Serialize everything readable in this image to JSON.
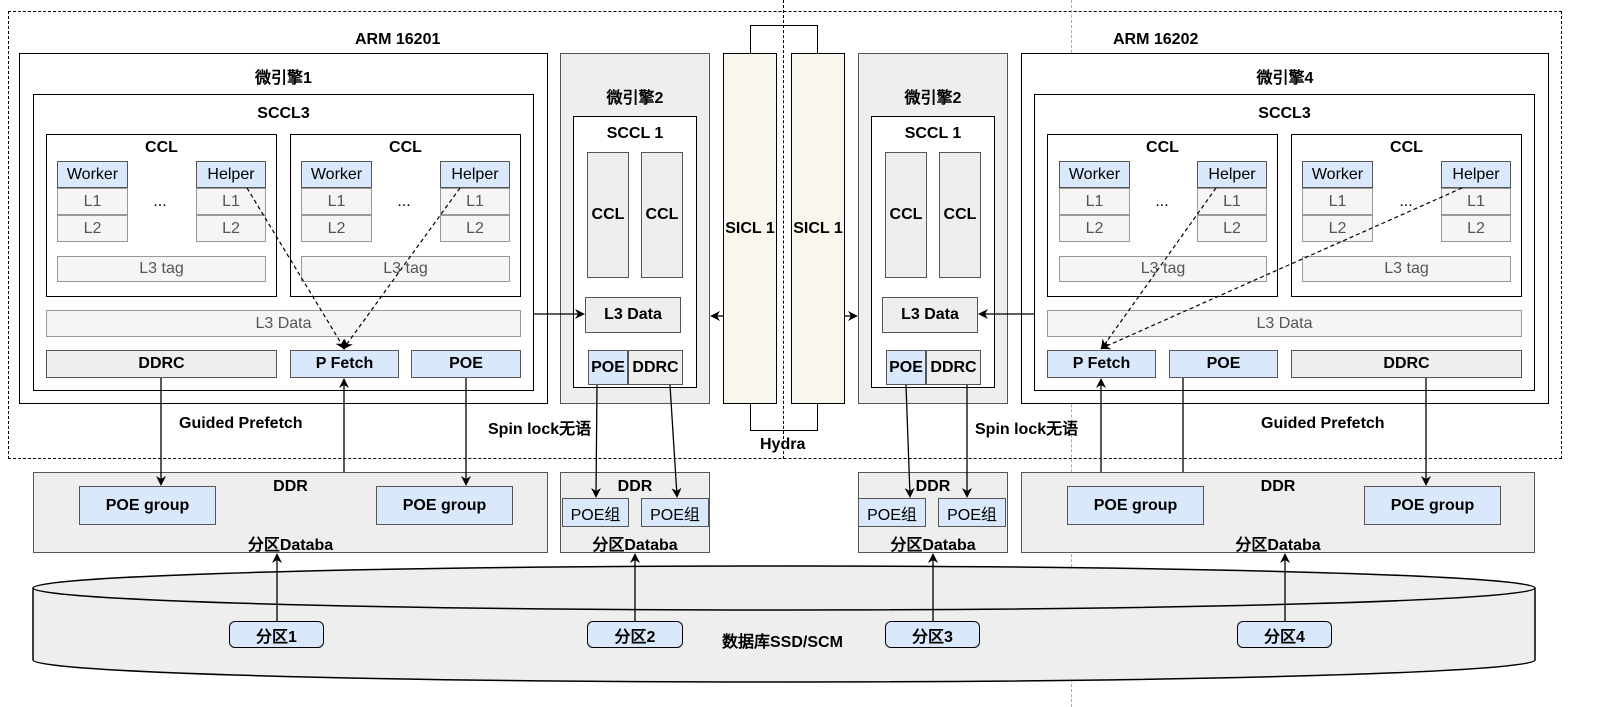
{
  "arm": {
    "left": "ARM 16201",
    "right": "ARM 16202"
  },
  "engines": {
    "e1": "微引擎1",
    "e2a": "微引擎2",
    "e2b": "微引擎2",
    "e4": "微引擎4"
  },
  "sccl3": "SCCL3",
  "sccl1": "SCCL 1",
  "ccl": "CCL",
  "worker": "Worker",
  "helper": "Helper",
  "l1": "L1",
  "l2": "L2",
  "ellipsis": "...",
  "l3tag": "L3 tag",
  "l3data": "L3 Data",
  "ddrc": "DDRC",
  "pfetch": "P Fetch",
  "poe": "POE",
  "sicl": "SICL 1",
  "hydra": "Hydra",
  "guided": "Guided Prefetch",
  "spinlock": "Spin lock无语",
  "ddr": "DDR",
  "poegroup": "POE group",
  "poezu": "POE组",
  "partdb": "分区Databa",
  "db": "数据库SSD/SCM",
  "parts": [
    "分区1",
    "分区2",
    "分区3",
    "分区4"
  ]
}
